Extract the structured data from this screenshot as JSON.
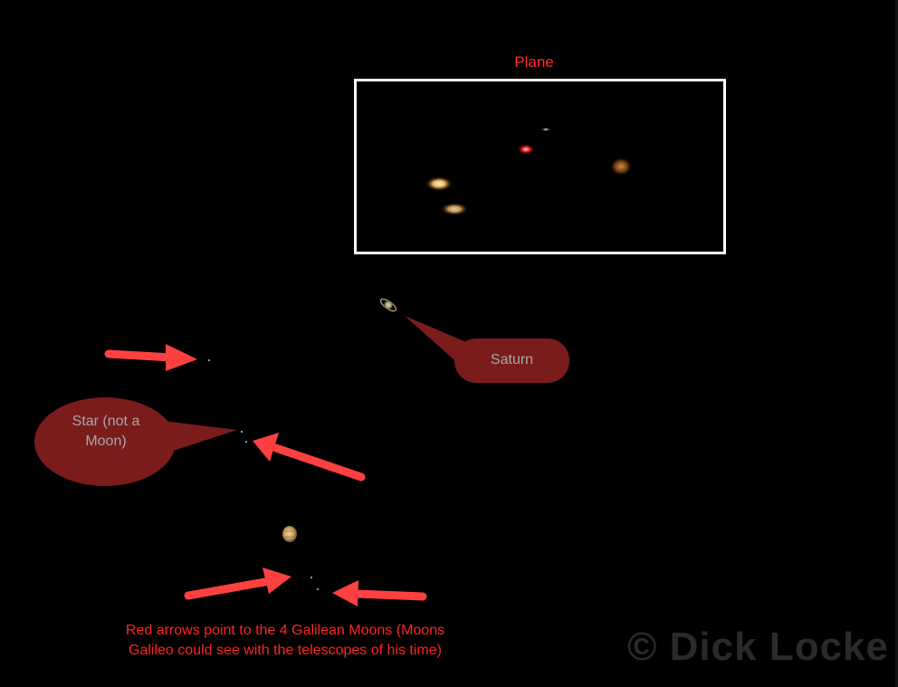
{
  "labels": {
    "plane": "Plane",
    "saturn": "Saturn",
    "star": "Star (not a Moon)",
    "caption_line1": "Red arrows point to the 4 Galilean Moons (Moons",
    "caption_line2": "Galileo could see with the telescopes of his time)",
    "watermark": "© Dick Locke"
  },
  "colors": {
    "background": "#000000",
    "arrow": "#ff4040",
    "bubble": "#7a1c1c",
    "label_red": "#ff2a2a",
    "bubble_text": "#a7a7a7",
    "inset_border": "#ffffff"
  }
}
